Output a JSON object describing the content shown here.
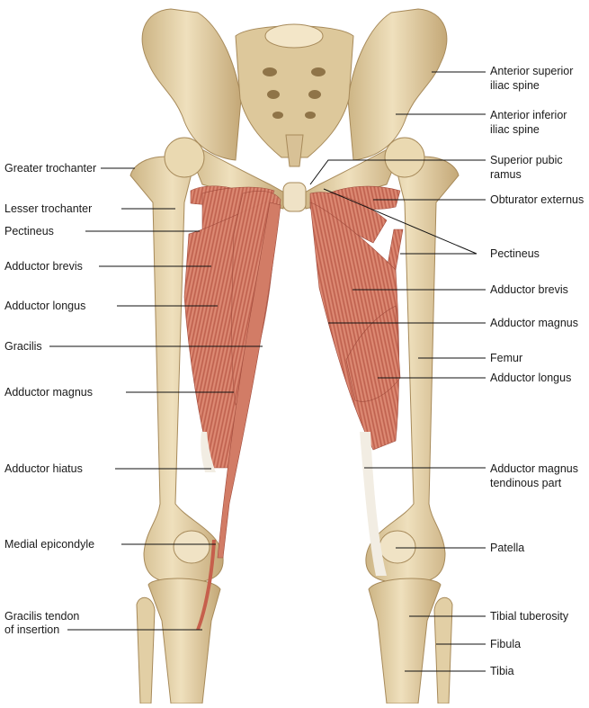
{
  "figure": {
    "labels_left": [
      {
        "text": "Greater trochanter"
      },
      {
        "text": "Lesser trochanter"
      },
      {
        "text": "Pectineus"
      },
      {
        "text": "Adductor brevis"
      },
      {
        "text": "Adductor longus"
      },
      {
        "text": "Gracilis"
      },
      {
        "text": "Adductor magnus"
      },
      {
        "text": "Adductor hiatus"
      },
      {
        "text": "Medial epicondyle"
      },
      {
        "text": "Gracilis tendon of insertion",
        "lines": [
          "Gracilis tendon",
          "of insertion"
        ]
      }
    ],
    "labels_right": [
      {
        "text": "Anterior superior iliac spine",
        "lines": [
          "Anterior superior",
          "iliac spine"
        ]
      },
      {
        "text": "Anterior inferior iliac spine",
        "lines": [
          "Anterior inferior",
          "iliac spine"
        ]
      },
      {
        "text": "Superior pubic ramus",
        "lines": [
          "Superior pubic",
          "ramus"
        ]
      },
      {
        "text": "Obturator externus"
      },
      {
        "text": "Pectineus"
      },
      {
        "text": "Adductor brevis"
      },
      {
        "text": "Adductor magnus"
      },
      {
        "text": "Femur"
      },
      {
        "text": "Adductor longus"
      },
      {
        "text": "Adductor magnus tendinous part",
        "lines": [
          "Adductor magnus",
          "tendinous part"
        ]
      },
      {
        "text": "Patella"
      },
      {
        "text": "Tibial tuberosity"
      },
      {
        "text": "Fibula"
      },
      {
        "text": "Tibia"
      }
    ],
    "colors": {
      "bone": "#e6d4ad",
      "bone_shade": "#c9b07c",
      "muscle": "#d9826d",
      "muscle_dark": "#b85a48",
      "tendon": "#f1ece2",
      "leader": "#111111"
    }
  }
}
